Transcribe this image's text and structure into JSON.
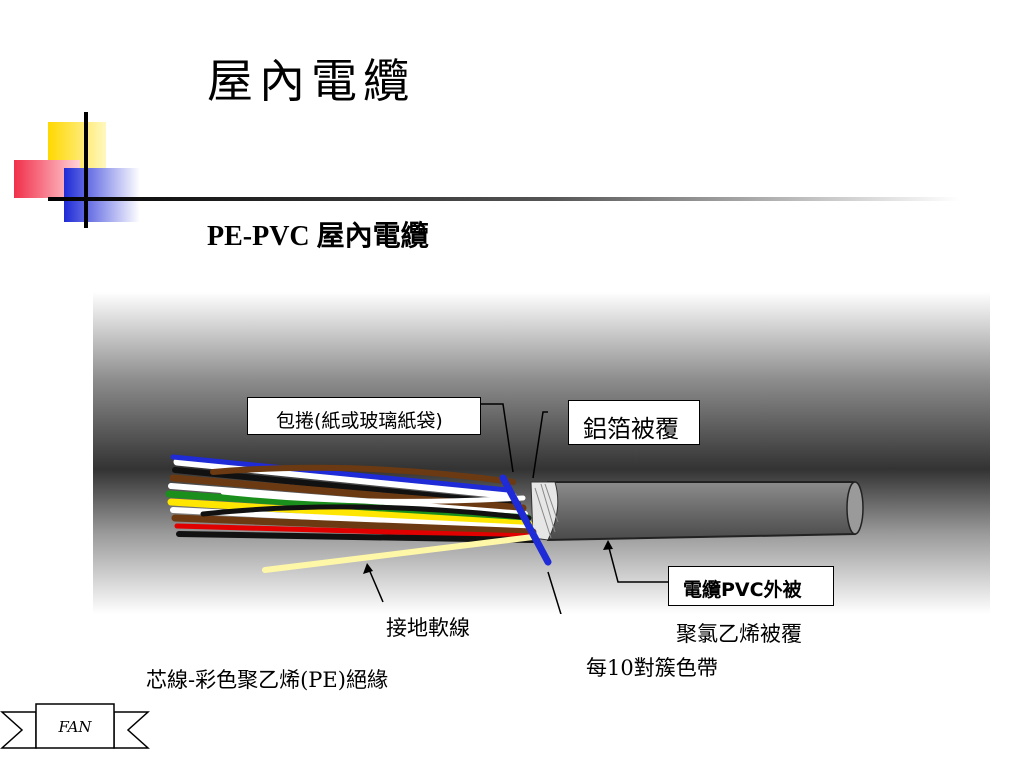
{
  "slide": {
    "title": "屋內電纜",
    "subtitle": "PE-PVC 屋內電纜"
  },
  "labels": {
    "wrap": "包捲(紙或玻璃紙袋)",
    "foil": "鋁箔被覆",
    "jacket": "電纜PVC外被",
    "ground": "接地軟線",
    "pvc": "聚氯乙烯被覆",
    "color_band": "每10對簇色帶",
    "core": "芯線-彩色聚乙烯(PE)絕緣"
  },
  "logo": {
    "text": "FAN"
  },
  "colors": {
    "accent_blue": "#1f2bd6",
    "accent_red": "#f0304a",
    "accent_yellow": "#ffd800",
    "cable_gray": "#6f6f6f"
  }
}
